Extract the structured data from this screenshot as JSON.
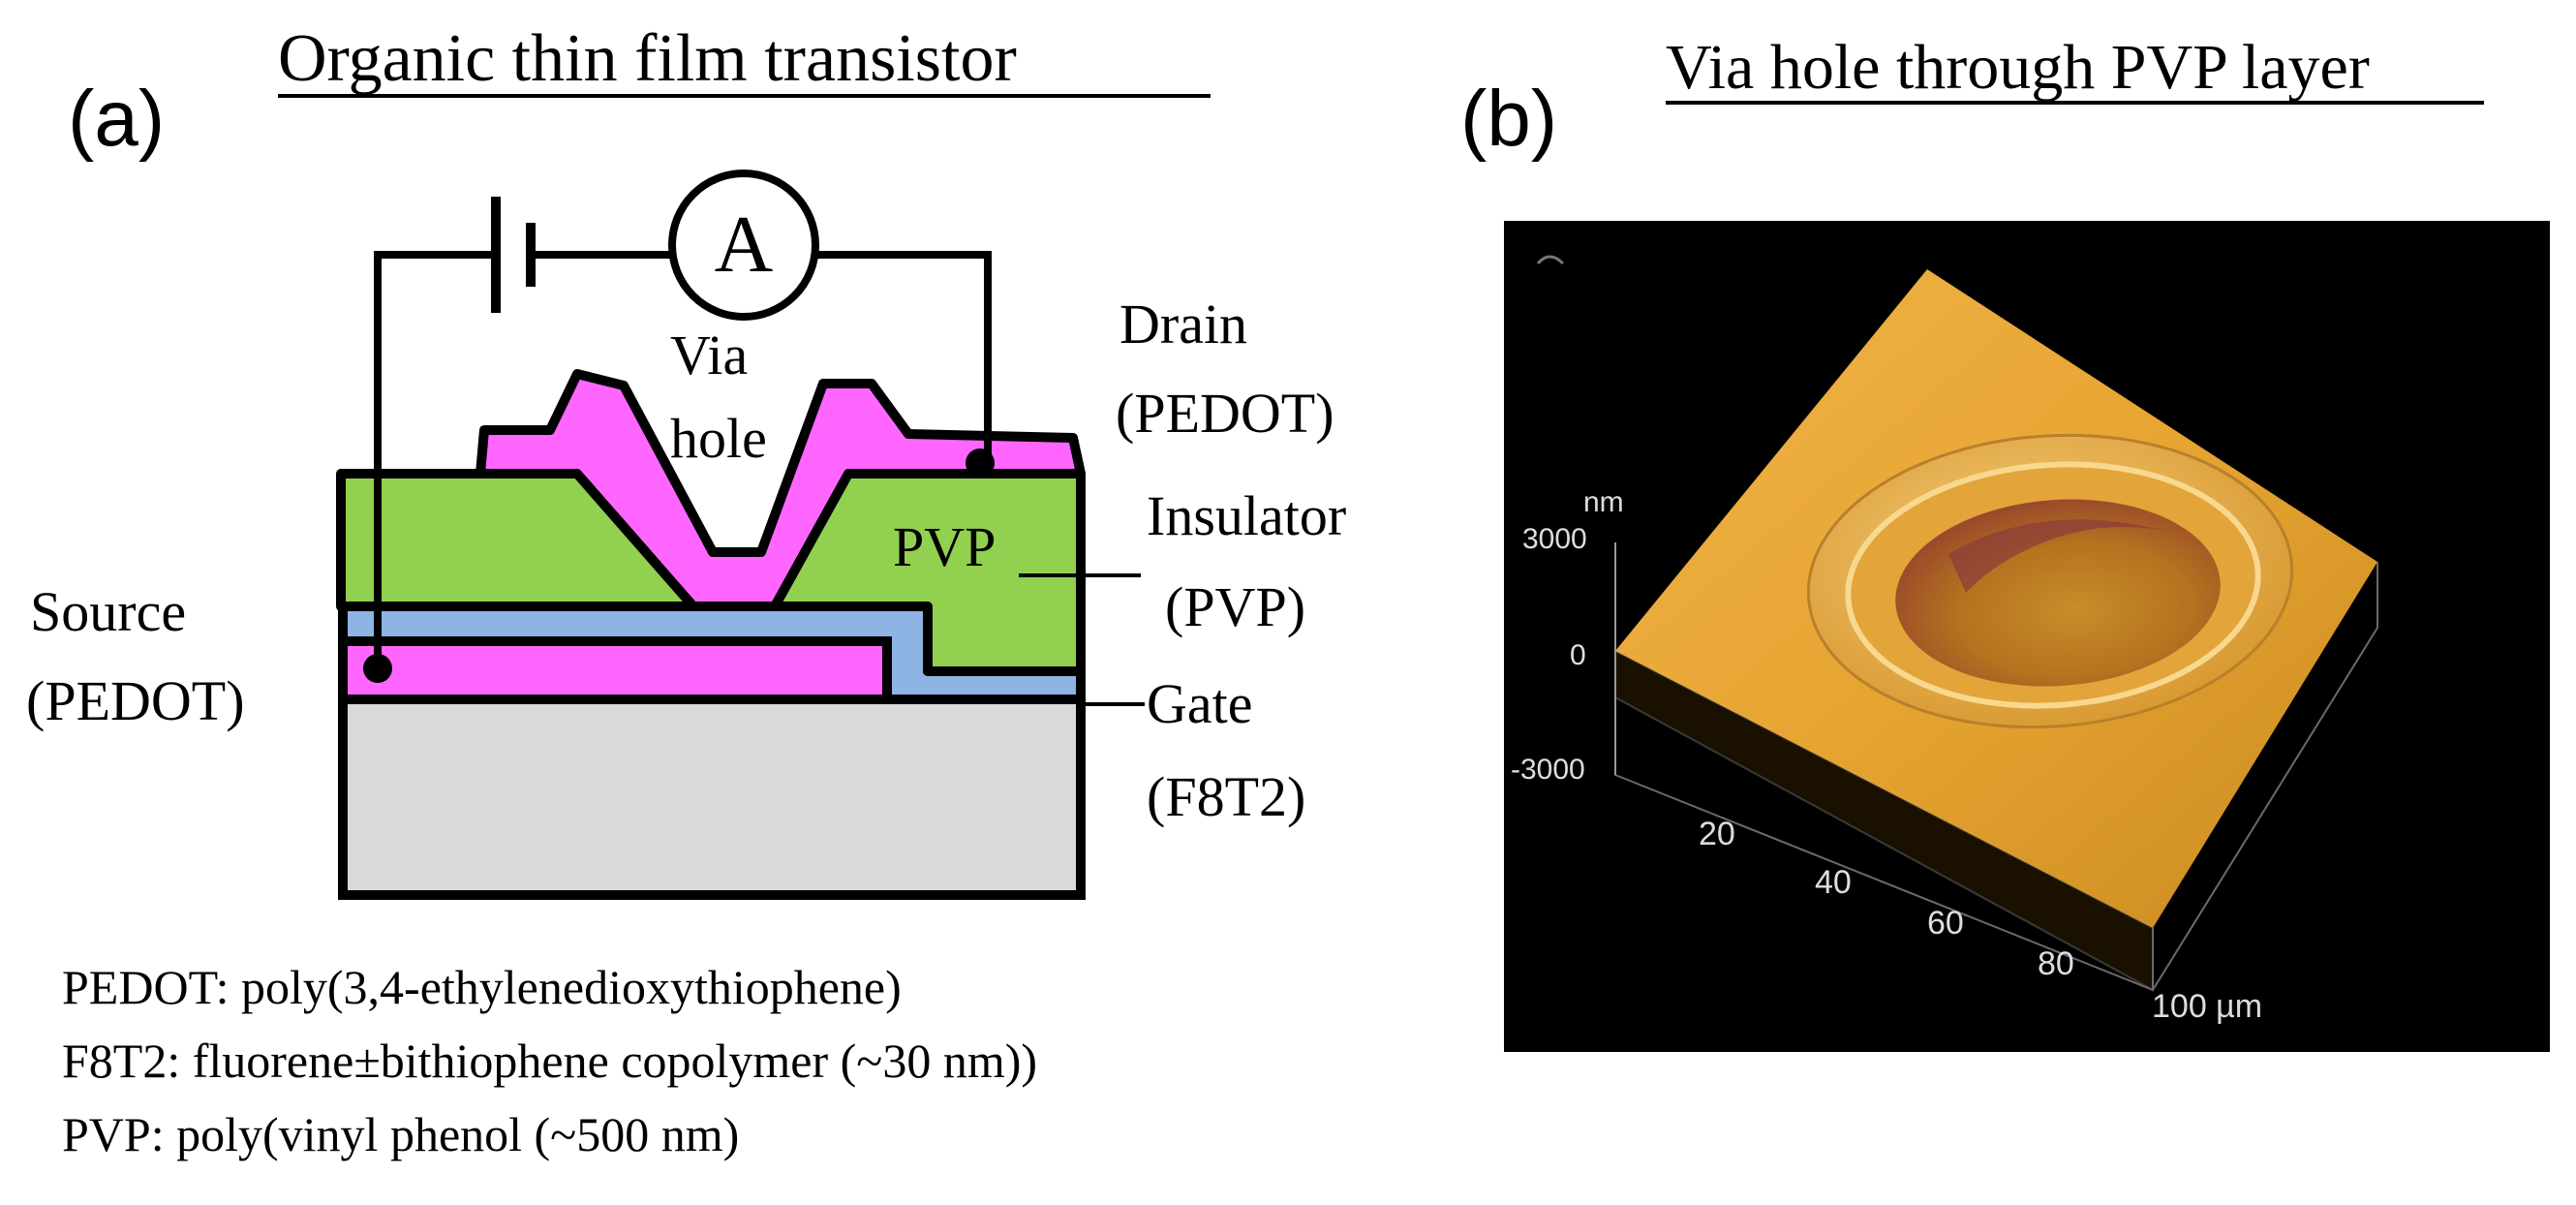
{
  "panel_a": {
    "label": "(a)",
    "title": "Organic thin film transistor",
    "ammeter": "A",
    "labels": {
      "via_line1": "Via",
      "via_line2": "hole",
      "drain_line1": "Drain",
      "drain_line2": "(PEDOT)",
      "pvp": "PVP",
      "insulator_line1": "Insulator",
      "insulator_line2": "(PVP)",
      "source_line1": "Source",
      "source_line2": "(PEDOT)",
      "gate_line1": "Gate",
      "gate_line2": "(F8T2)"
    },
    "legend": [
      "PEDOT: poly(3,4-ethylenedioxythiophene)",
      "F8T2: fluorene±bithiophene copolymer (~30 nm))",
      "PVP: poly(vinyl phenol (~500 nm)"
    ],
    "colors": {
      "pedot": "#ff66ff",
      "pvp": "#92d050",
      "f8t2": "#8eb4e3",
      "substrate": "#d9d9d9"
    }
  },
  "panel_b": {
    "label": "(b)",
    "title": "Via hole through PVP layer",
    "z_unit": "nm",
    "z_ticks": [
      "3000",
      "0",
      "-3000"
    ],
    "x_ticks": [
      "20",
      "40",
      "60",
      "80",
      "100 µm"
    ],
    "colors": {
      "surface": "#e7a431",
      "background": "#000000"
    }
  }
}
